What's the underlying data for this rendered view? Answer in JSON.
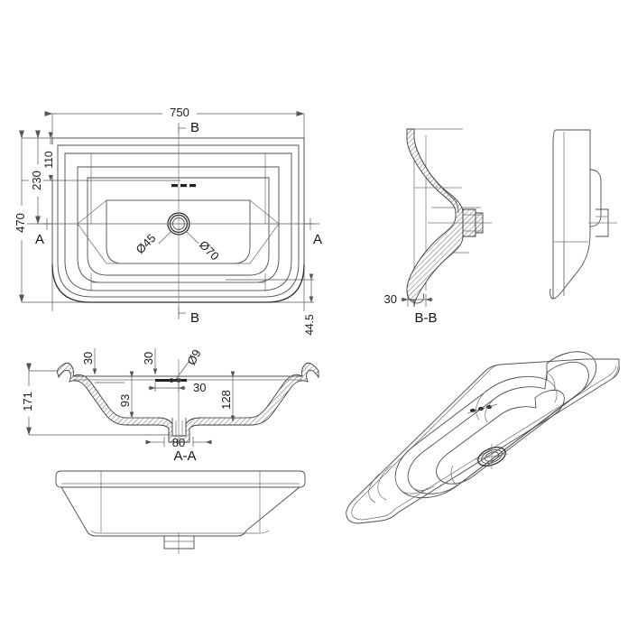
{
  "drawing": {
    "title": "Bathroom basin technical drawing",
    "units": "mm",
    "line_color": "#4d4d4d",
    "text_color": "#1a1a1a",
    "background": "#ffffff"
  },
  "top_view": {
    "name": "Top view / plan",
    "dimensions": {
      "overall_width": "750",
      "overall_depth": "470",
      "rear_offset": "110",
      "bowl_rear_depth": "230",
      "front_lip": "44.5"
    },
    "section_marks": {
      "horizontal_left": "A",
      "horizontal_right": "A",
      "vertical_top": "B",
      "vertical_bottom": "B"
    },
    "drain": {
      "inner_diameter": "Ø45",
      "outer_diameter": "Ø70"
    }
  },
  "section_aa": {
    "name": "Section A-A",
    "label": "A-A",
    "dimensions": {
      "rim_left": "30",
      "rim_mid": "30",
      "overflow_hole": "Ø9",
      "overall_height": "171",
      "bowl_depth_left": "93",
      "offset_right": "30",
      "bowl_depth_right": "128",
      "drain_boss_width": "80"
    }
  },
  "section_bb": {
    "name": "Section B-B",
    "label": "B-B",
    "dimensions": {
      "rear_wall_thickness": "30"
    }
  },
  "side_view": {
    "name": "Right side elevation"
  },
  "front_view": {
    "name": "Front elevation"
  },
  "iso_view": {
    "name": "Isometric 3D view"
  }
}
